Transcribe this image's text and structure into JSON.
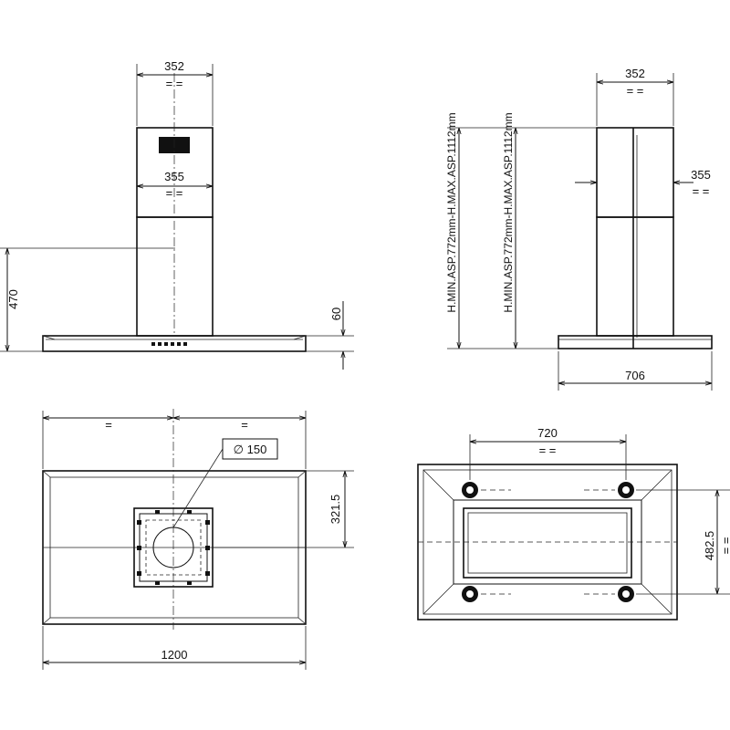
{
  "diagram": {
    "front_view": {
      "top_width": "352",
      "top_width_eq": "= =",
      "lower_width": "355",
      "lower_width_eq": "= =",
      "total_height": "470",
      "canopy_thickness": "60"
    },
    "side_view": {
      "top_width": "352",
      "top_width_eq": "= =",
      "chimney_width": "355",
      "chimney_width_eq": "= =",
      "depth": "706",
      "height_label_1": "H.MIN.ASP.772mm-H.MAX.ASP.1112mm",
      "height_label_2": "H.MIN.ASP.772mm-H.MAX.ASP.1112mm"
    },
    "top_view": {
      "half_left": "=",
      "half_right": "=",
      "outlet_diameter": "∅ 150",
      "outlet_offset": "321.5",
      "width": "1200"
    },
    "ceiling_view": {
      "hole_spacing_x": "720",
      "hole_spacing_x_eq": "= =",
      "hole_spacing_y": "482.5",
      "hole_spacing_y_eq": "= ="
    }
  }
}
